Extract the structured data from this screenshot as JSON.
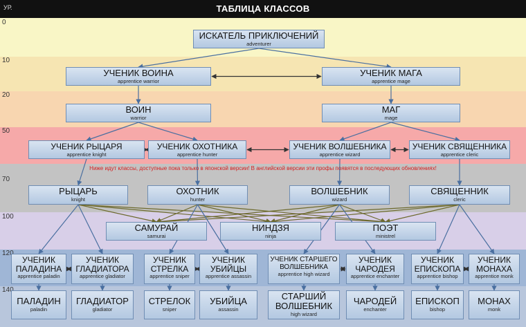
{
  "title": "ТАБЛИЦА КЛАССОВ",
  "level_header": "УР.",
  "levels": [
    "0",
    "10",
    "20",
    "50",
    "70",
    "100",
    "120",
    "140"
  ],
  "band_colors": [
    "#f9f6c6",
    "#f6e5b2",
    "#f8d6b0",
    "#f6a9a9",
    "#c3c3c3",
    "#d8cfe8",
    "#9fb6d6",
    "#b8c6dc"
  ],
  "note": "Ниже идут классы, доступные пока только в японской версии! В английской версии эти профы появятся в последующих обновлениях!",
  "nodes": [
    {
      "id": "adventurer",
      "ru": "ИСКАТЕЛЬ ПРИКЛЮЧЕНИЙ",
      "en": "adventurer"
    },
    {
      "id": "app_warrior",
      "ru": "УЧЕНИК ВОИНА",
      "en": "apprentice warrior"
    },
    {
      "id": "app_mage",
      "ru": "УЧЕНИК МАГА",
      "en": "apprentice mage"
    },
    {
      "id": "warrior",
      "ru": "ВОИН",
      "en": "warrior"
    },
    {
      "id": "mage",
      "ru": "МАГ",
      "en": "mage"
    },
    {
      "id": "app_knight",
      "ru": "УЧЕНИК РЫЦАРЯ",
      "en": "apprentice knight"
    },
    {
      "id": "app_hunter",
      "ru": "УЧЕНИК ОХОТНИКА",
      "en": "apprentice hunter"
    },
    {
      "id": "app_wizard",
      "ru": "УЧЕНИК ВОЛШЕБНИКА",
      "en": "apprentice wizard"
    },
    {
      "id": "app_cleric",
      "ru": "УЧЕНИК СВЯЩЕННИКА",
      "en": "apprentice cleric"
    },
    {
      "id": "knight",
      "ru": "РЫЦАРЬ",
      "en": "knight"
    },
    {
      "id": "hunter",
      "ru": "ОХОТНИК",
      "en": "hunter"
    },
    {
      "id": "wizard",
      "ru": "ВОЛШЕБНИК",
      "en": "wizard"
    },
    {
      "id": "cleric",
      "ru": "СВЯЩЕННИК",
      "en": "cleric"
    },
    {
      "id": "samurai",
      "ru": "САМУРАЙ",
      "en": "samurai"
    },
    {
      "id": "ninja",
      "ru": "НИНДЗЯ",
      "en": "ninja"
    },
    {
      "id": "ministrel",
      "ru": "ПОЭТ",
      "en": "ministrel"
    },
    {
      "id": "app_paladin",
      "ru": "УЧЕНИК ПАЛАДИНА",
      "en": "apprentice paladin"
    },
    {
      "id": "app_gladiator",
      "ru": "УЧЕНИК ГЛАДИАТОРА",
      "en": "apprentice gladiator"
    },
    {
      "id": "app_sniper",
      "ru": "УЧЕНИК СТРЕЛКА",
      "en": "apprentice sniper"
    },
    {
      "id": "app_assassin",
      "ru": "УЧЕНИК УБИЙЦЫ",
      "en": "apprentice assassin"
    },
    {
      "id": "app_highwizard",
      "ru": "УЧЕНИК СТАРШЕГО ВОЛШЕБНИКА",
      "en": "apprentice high wizard"
    },
    {
      "id": "app_enchanter",
      "ru": "УЧЕНИК ЧАРОДЕЯ",
      "en": "apprentice enchanter"
    },
    {
      "id": "app_bishop",
      "ru": "УЧЕНИК ЕПИСКОПА",
      "en": "apprentice bishop"
    },
    {
      "id": "app_monk",
      "ru": "УЧЕНИК МОНАХА",
      "en": "apprentice monk"
    },
    {
      "id": "paladin",
      "ru": "ПАЛАДИН",
      "en": "paladin"
    },
    {
      "id": "gladiator",
      "ru": "ГЛАДИАТОР",
      "en": "gladiator"
    },
    {
      "id": "sniper",
      "ru": "СТРЕЛОК",
      "en": "sniper"
    },
    {
      "id": "assassin",
      "ru": "УБИЙЦА",
      "en": "assassin"
    },
    {
      "id": "highwizard",
      "ru": "СТАРШИЙ ВОЛШЕБНИК",
      "en": "high wizard"
    },
    {
      "id": "enchanter",
      "ru": "ЧАРОДЕЙ",
      "en": "enchanter"
    },
    {
      "id": "bishop",
      "ru": "ЕПИСКОП",
      "en": "bishop"
    },
    {
      "id": "monk",
      "ru": "МОНАХ",
      "en": "monk"
    }
  ],
  "edges": [
    {
      "from": "adventurer",
      "to": "app_warrior"
    },
    {
      "from": "adventurer",
      "to": "app_mage"
    },
    {
      "from": "app_warrior",
      "to": "app_mage",
      "type": "swap"
    },
    {
      "from": "app_warrior",
      "to": "warrior"
    },
    {
      "from": "app_mage",
      "to": "mage"
    },
    {
      "from": "warrior",
      "to": "app_knight"
    },
    {
      "from": "warrior",
      "to": "app_hunter"
    },
    {
      "from": "mage",
      "to": "app_wizard"
    },
    {
      "from": "mage",
      "to": "app_cleric"
    },
    {
      "from": "app_knight",
      "to": "app_hunter",
      "type": "swap"
    },
    {
      "from": "app_hunter",
      "to": "app_wizard",
      "type": "swap"
    },
    {
      "from": "app_wizard",
      "to": "app_cleric",
      "type": "swap"
    },
    {
      "from": "app_knight",
      "to": "knight"
    },
    {
      "from": "app_hunter",
      "to": "hunter"
    },
    {
      "from": "app_wizard",
      "to": "wizard"
    },
    {
      "from": "app_cleric",
      "to": "cleric"
    },
    {
      "from": "knight",
      "to": "samurai",
      "type": "cross"
    },
    {
      "from": "knight",
      "to": "ninja",
      "type": "cross"
    },
    {
      "from": "knight",
      "to": "ministrel",
      "type": "cross"
    },
    {
      "from": "hunter",
      "to": "samurai",
      "type": "cross"
    },
    {
      "from": "hunter",
      "to": "ninja",
      "type": "cross"
    },
    {
      "from": "hunter",
      "to": "ministrel",
      "type": "cross"
    },
    {
      "from": "wizard",
      "to": "samurai",
      "type": "cross"
    },
    {
      "from": "wizard",
      "to": "ninja",
      "type": "cross"
    },
    {
      "from": "wizard",
      "to": "ministrel",
      "type": "cross"
    },
    {
      "from": "cleric",
      "to": "samurai",
      "type": "cross"
    },
    {
      "from": "cleric",
      "to": "ninja",
      "type": "cross"
    },
    {
      "from": "cleric",
      "to": "ministrel",
      "type": "cross"
    },
    {
      "from": "knight",
      "to": "app_paladin"
    },
    {
      "from": "knight",
      "to": "app_gladiator"
    },
    {
      "from": "hunter",
      "to": "app_sniper"
    },
    {
      "from": "hunter",
      "to": "app_assassin"
    },
    {
      "from": "wizard",
      "to": "app_highwizard"
    },
    {
      "from": "wizard",
      "to": "app_enchanter"
    },
    {
      "from": "cleric",
      "to": "app_bishop"
    },
    {
      "from": "cleric",
      "to": "app_monk"
    },
    {
      "from": "app_paladin",
      "to": "paladin"
    },
    {
      "from": "app_gladiator",
      "to": "gladiator"
    },
    {
      "from": "app_sniper",
      "to": "sniper"
    },
    {
      "from": "app_assassin",
      "to": "assassin"
    },
    {
      "from": "app_highwizard",
      "to": "highwizard"
    },
    {
      "from": "app_enchanter",
      "to": "enchanter"
    },
    {
      "from": "app_bishop",
      "to": "bishop"
    },
    {
      "from": "app_monk",
      "to": "monk"
    },
    {
      "from": "app_paladin",
      "to": "app_gladiator",
      "type": "swap"
    },
    {
      "from": "app_sniper",
      "to": "app_assassin",
      "type": "swap"
    },
    {
      "from": "app_highwizard",
      "to": "app_enchanter",
      "type": "swap"
    },
    {
      "from": "app_bishop",
      "to": "app_monk",
      "type": "swap"
    }
  ]
}
